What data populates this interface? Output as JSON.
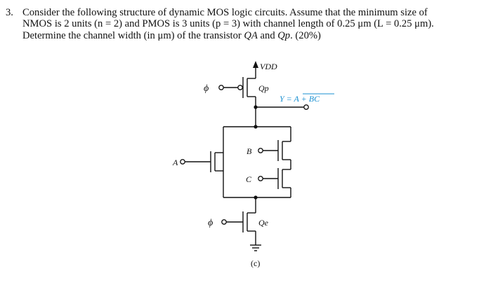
{
  "question": {
    "number": "3.",
    "line1": "Consider the following structure of dynamic MOS logic circuits. Assume that the minimum size of",
    "line2": "NMOS is 2 units (n = 2) and PMOS is 3 units (p = 3) with channel length of 0.25 μm (L = 0.25 μm).",
    "line3_prefix": "Determine the channel width (in μm) of the transistor ",
    "line3_qa": "QA",
    "line3_and": " and ",
    "line3_qp": "Qp",
    "line3_suffix": ". (20%)"
  },
  "circuit": {
    "vdd_label": "VDD",
    "phi_top_label": "ϕ",
    "qp_label": "Qp",
    "output_label": "Y = A + BC",
    "input_a_label": "A",
    "input_b_label": "B",
    "input_c_label": "C",
    "phi_bottom_label": "ϕ",
    "qe_label": "Qe",
    "caption": "(c)",
    "output_color": "#1a8fd0"
  }
}
